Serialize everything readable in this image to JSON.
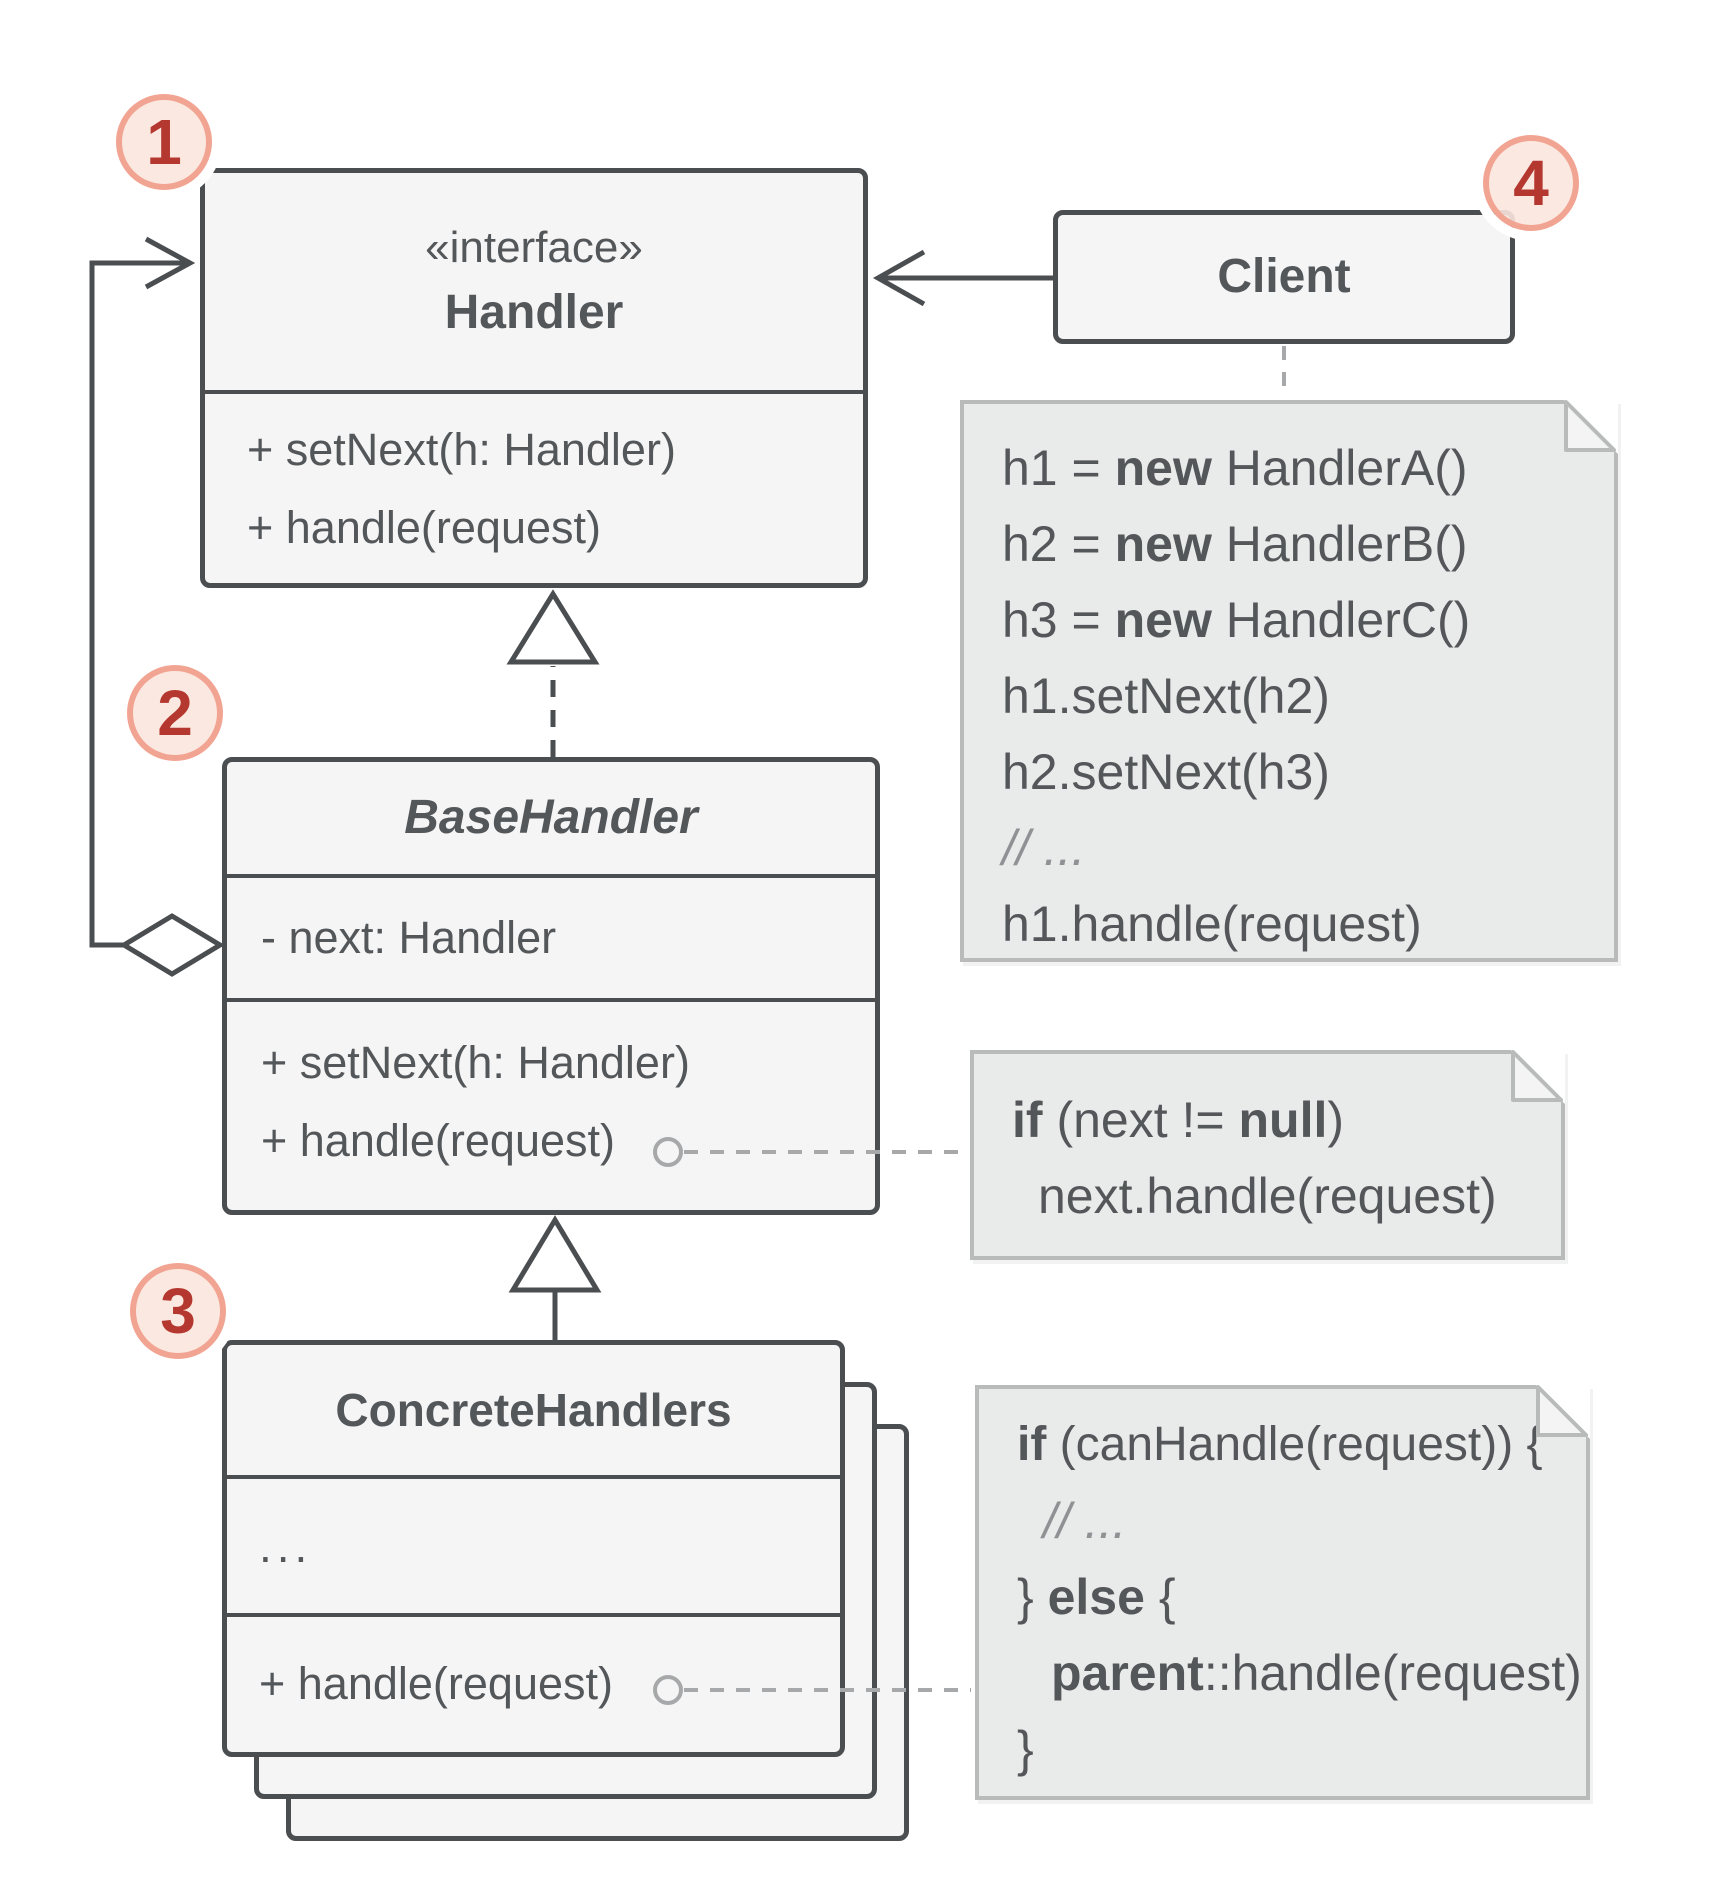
{
  "classes": {
    "handler": {
      "stereotype": "«interface»",
      "name": "Handler",
      "methods": [
        "+ setNext(h: Handler)",
        "+ handle(request)"
      ]
    },
    "base_handler": {
      "name": "BaseHandler",
      "attributes": [
        "- next: Handler"
      ],
      "methods": [
        "+ setNext(h: Handler)",
        "+ handle(request)"
      ]
    },
    "concrete_handlers": {
      "name": "ConcreteHandlers",
      "ellipsis": "...",
      "methods": [
        "+ handle(request)"
      ]
    },
    "client": {
      "name": "Client"
    }
  },
  "badges": [
    "1",
    "2",
    "3",
    "4"
  ],
  "notes": {
    "client_code": {
      "lines": [
        {
          "parts": [
            "h1 = ",
            "new",
            " HandlerA()"
          ]
        },
        {
          "parts": [
            "h2 = ",
            "new",
            " HandlerB()"
          ]
        },
        {
          "parts": [
            "h3 = ",
            "new",
            " HandlerC()"
          ]
        },
        {
          "parts": [
            "h1.setNext(h2)"
          ]
        },
        {
          "parts": [
            "h2.setNext(h3)"
          ]
        },
        {
          "parts": [
            "// ..."
          ],
          "comment": true
        },
        {
          "parts": [
            "h1.handle(request)"
          ]
        }
      ]
    },
    "base_handle_impl": {
      "lines": [
        {
          "parts": [
            "if",
            " (next != ",
            "null",
            ")"
          ]
        },
        {
          "parts": [
            "next.handle(request)"
          ]
        }
      ]
    },
    "concrete_handle_impl": {
      "lines": [
        {
          "parts": [
            "if",
            " (canHandle(request)) {"
          ]
        },
        {
          "parts": [
            "// ..."
          ],
          "comment": true
        },
        {
          "parts": [
            "} ",
            "else",
            " {"
          ]
        },
        {
          "parts": [
            "parent",
            "::handle(request)"
          ]
        },
        {
          "parts": [
            "}"
          ]
        }
      ]
    }
  },
  "icons": {
    "aggregation_diamond": "hollow-diamond",
    "inheritance_triangle": "hollow-triangle",
    "association_arrowhead": "open-v-arrow",
    "note_anchor": "small-hollow-circle",
    "note_dog_ear": "folded-corner"
  },
  "colors": {
    "class_fill": "#f5f5f5",
    "class_border": "#4b4e51",
    "note_fill": "#e9eaea",
    "note_border": "#b9bbbb",
    "text": "#54575a",
    "comment_text": "#8f9294",
    "badge_fill": "#fbe5de",
    "badge_border": "#f2a492",
    "badge_text": "#b4382f",
    "connector_dark": "#4b4e51",
    "connector_gray": "#a6a8a9"
  }
}
